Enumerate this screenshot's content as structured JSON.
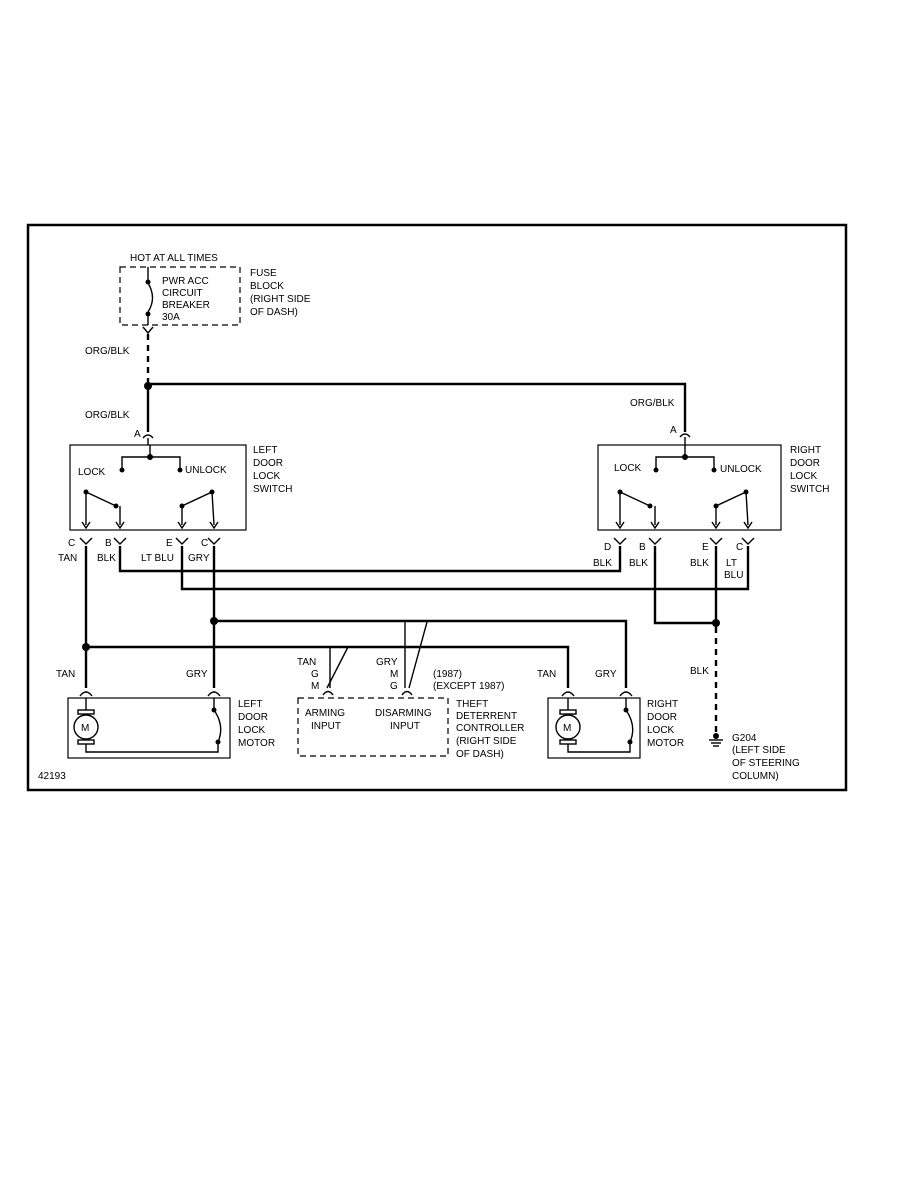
{
  "figure_number": "42193",
  "power": {
    "hot_label": "HOT AT ALL TIMES",
    "breaker_lines": [
      "PWR ACC",
      "CIRCUIT",
      "BREAKER",
      "30A"
    ],
    "fuse_block_lines": [
      "FUSE",
      "BLOCK",
      "(RIGHT SIDE",
      "OF DASH)"
    ]
  },
  "wires": {
    "org_blk_top": "ORG/BLK",
    "org_blk_left": "ORG/BLK",
    "org_blk_right": "ORG/BLK",
    "left_switch": {
      "c_tan": "TAN",
      "b_blk": "BLK",
      "e_ltblu": "LT BLU",
      "c_gry": "GRY"
    },
    "right_switch": {
      "d_blk": "BLK",
      "b_blk": "BLK",
      "e_blk": "BLK",
      "c_ltblu": [
        "LT",
        "BLU"
      ]
    },
    "left_motor_tan": "TAN",
    "left_motor_gry": "GRY",
    "right_motor_tan": "TAN",
    "right_motor_gry": "GRY",
    "ctrl_arm": [
      "TAN",
      "G",
      "M"
    ],
    "ctrl_disarm": [
      "GRY",
      "M",
      "G"
    ],
    "ground_blk": "BLK"
  },
  "pins": {
    "left_switch": [
      "C",
      "B",
      "E",
      "C"
    ],
    "right_switch": [
      "D",
      "B",
      "E",
      "C"
    ],
    "switch_a": "A"
  },
  "left_switch": {
    "lock": "LOCK",
    "unlock": "UNLOCK",
    "label": [
      "LEFT",
      "DOOR",
      "LOCK",
      "SWITCH"
    ]
  },
  "right_switch": {
    "lock": "LOCK",
    "unlock": "UNLOCK",
    "label": [
      "RIGHT",
      "DOOR",
      "LOCK",
      "SWITCH"
    ]
  },
  "left_motor": {
    "symbol": "M",
    "label": [
      "LEFT",
      "DOOR",
      "LOCK",
      "MOTOR"
    ]
  },
  "right_motor": {
    "symbol": "M",
    "label": [
      "RIGHT",
      "DOOR",
      "LOCK",
      "MOTOR"
    ]
  },
  "controller": {
    "arming": [
      "ARMING",
      "INPUT"
    ],
    "disarming": [
      "DISARMING",
      "INPUT"
    ],
    "label": [
      "THEFT",
      "DETERRENT",
      "CONTROLLER",
      "(RIGHT SIDE",
      "OF DASH)"
    ],
    "year_notes": [
      "(1987)",
      "(EXCEPT 1987)"
    ]
  },
  "ground": {
    "label": [
      "G204",
      "(LEFT SIDE",
      "OF STEERING",
      "COLUMN)"
    ]
  }
}
